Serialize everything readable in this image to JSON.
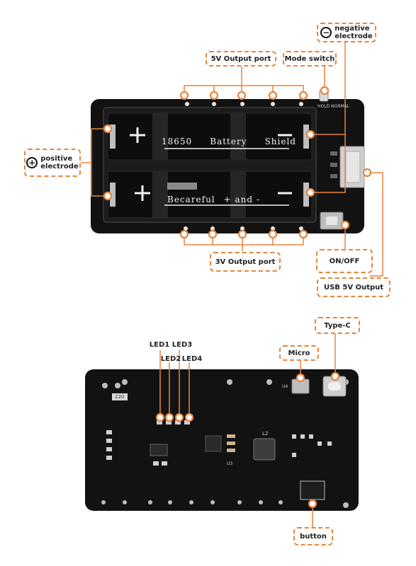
{
  "top_board": {
    "silkscreen_line1_left": "18650",
    "silkscreen_line1_mid": "Battery",
    "silkscreen_line1_right": "Shield",
    "silkscreen_line2_left": "Becareful",
    "silkscreen_line2_mid": "+ and -",
    "switch_label": "HOLD NORMAL",
    "callouts": {
      "negative_electrode": [
        "negative",
        "electrode"
      ],
      "five_v_output_port": "5V Output port",
      "mode_switch": "Mode switch",
      "positive_electrode": [
        "positive",
        "electrode"
      ],
      "three_v_output_port": "3V Output port",
      "on_off": "ON/OFF",
      "usb_5v_output": "USB 5V Output"
    }
  },
  "bottom_board": {
    "callouts": {
      "led1": "LED1",
      "led2": "LED2",
      "led3": "LED3",
      "led4": "LED4",
      "micro": "Micro",
      "type_c": "Type-C",
      "button": "button"
    },
    "silk": {
      "u4": "U4",
      "l2": "L2",
      "ic_small": "U3",
      "chip": "220"
    }
  },
  "colors": {
    "accent": "#e8843a",
    "pcb": "#121212",
    "callout_bg": "#ffffff"
  },
  "icons": {
    "positive": "plus-circle-icon",
    "negative": "minus-circle-icon"
  }
}
